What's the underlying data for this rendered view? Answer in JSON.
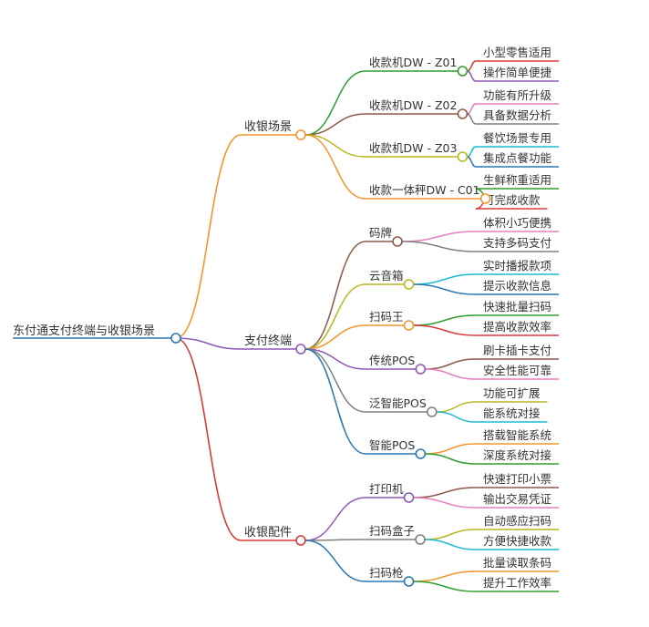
{
  "mindmap": {
    "root": {
      "label": "东付通支付终端与收银场景",
      "children": [
        {
          "label": "收银场景",
          "color": "#f0962e",
          "children": [
            {
              "label": "收款机DW - Z01",
              "color": "#2e9e2e",
              "children": [
                {
                  "label": "小型零售适用",
                  "color": "#d83a3a"
                },
                {
                  "label": "操作简单便捷",
                  "color": "#8d58b8"
                }
              ]
            },
            {
              "label": "收款机DW - Z02",
              "color": "#8b5a4a",
              "children": [
                {
                  "label": "功能有所升级",
                  "color": "#e87fbf"
                },
                {
                  "label": "具备数据分析",
                  "color": "#808080"
                }
              ]
            },
            {
              "label": "收款机DW - Z03",
              "color": "#b8b820",
              "children": [
                {
                  "label": "餐饮场景专用",
                  "color": "#1bbcd0"
                },
                {
                  "label": "集成点餐功能",
                  "color": "#2a78b4"
                }
              ]
            },
            {
              "label": "收款一体秤DW - C01",
              "color": "#f0962e",
              "children": [
                {
                  "label": "生鲜称重适用",
                  "color": "#2e9e2e"
                },
                {
                  "label": "可完成收款",
                  "color": "#d83a3a"
                }
              ]
            }
          ]
        },
        {
          "label": "支付终端",
          "color": "#8d58b8",
          "children": [
            {
              "label": "码牌",
              "color": "#8b5a4a",
              "children": [
                {
                  "label": "体积小巧便携",
                  "color": "#e87fbf"
                },
                {
                  "label": "支持多码支付",
                  "color": "#808080"
                }
              ]
            },
            {
              "label": "云音箱",
              "color": "#b8b820",
              "children": [
                {
                  "label": "实时播报款项",
                  "color": "#1bbcd0"
                },
                {
                  "label": "提示收款信息",
                  "color": "#2a78b4"
                }
              ]
            },
            {
              "label": "扫码王",
              "color": "#f0962e",
              "children": [
                {
                  "label": "快速批量扫码",
                  "color": "#2e9e2e"
                },
                {
                  "label": "提高收款效率",
                  "color": "#d83a3a"
                }
              ]
            },
            {
              "label": "传统POS",
              "color": "#8d58b8",
              "children": [
                {
                  "label": "刷卡插卡支付",
                  "color": "#8b5a4a"
                },
                {
                  "label": "安全性能可靠",
                  "color": "#e87fbf"
                }
              ]
            },
            {
              "label": "泛智能POS",
              "color": "#808080",
              "children": [
                {
                  "label": "功能可扩展",
                  "color": "#b8b820"
                },
                {
                  "label": "能系统对接",
                  "color": "#1bbcd0"
                }
              ]
            },
            {
              "label": "智能POS",
              "color": "#2a78b4",
              "children": [
                {
                  "label": "搭载智能系统",
                  "color": "#f0962e"
                },
                {
                  "label": "深度系统对接",
                  "color": "#2e9e2e"
                }
              ]
            }
          ]
        },
        {
          "label": "收银配件",
          "color": "#d83a3a",
          "children": [
            {
              "label": "打印机",
              "color": "#8d58b8",
              "children": [
                {
                  "label": "快速打印小票",
                  "color": "#8b5a4a"
                },
                {
                  "label": "输出交易凭证",
                  "color": "#e87fbf"
                }
              ]
            },
            {
              "label": "扫码盒子",
              "color": "#808080",
              "children": [
                {
                  "label": "自动感应扫码",
                  "color": "#b8b820"
                },
                {
                  "label": "方便快捷收款",
                  "color": "#1bbcd0"
                }
              ]
            },
            {
              "label": "扫码枪",
              "color": "#2a78b4",
              "children": [
                {
                  "label": "批量读取条码",
                  "color": "#f0962e"
                },
                {
                  "label": "提升工作效率",
                  "color": "#2e9e2e"
                }
              ]
            }
          ]
        }
      ]
    }
  }
}
